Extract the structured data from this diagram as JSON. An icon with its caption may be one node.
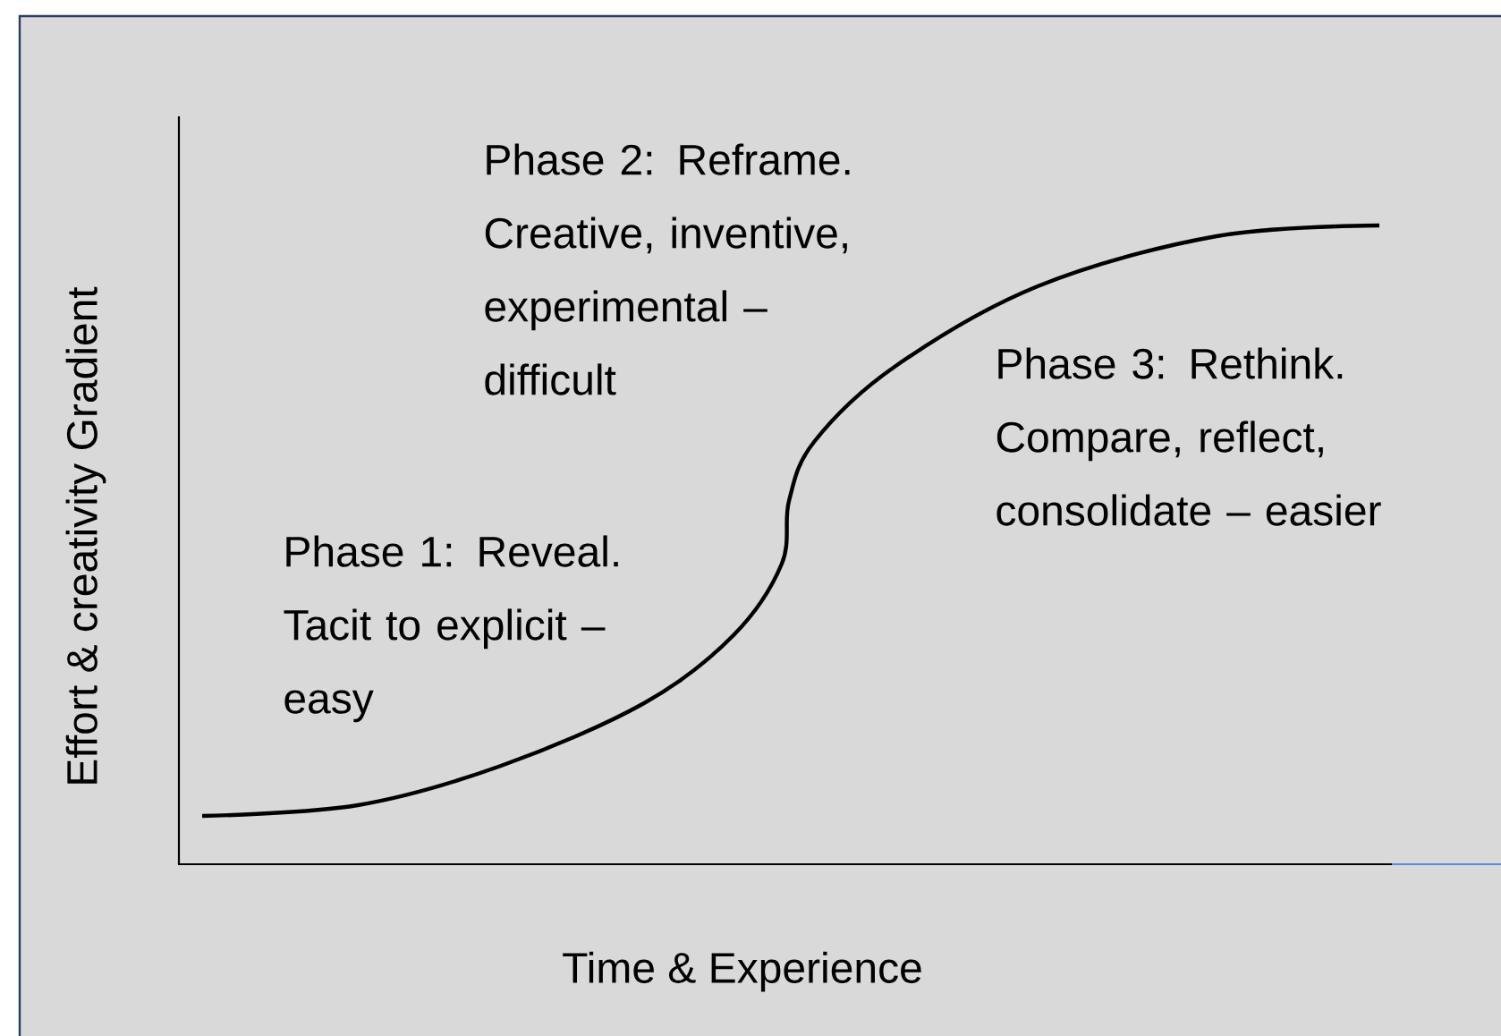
{
  "diagram": {
    "labels": [
      "Phase 2: Reframe. Creative, inventive, experimental – difficult",
      "Phase 3: Rethink. Compare, reflect, consolidate – easier",
      "Phase 1: Reveal. Tacit to explicit – easy",
      "Effort & creativity Gradient",
      "Time & Experience"
    ]
  }
}
